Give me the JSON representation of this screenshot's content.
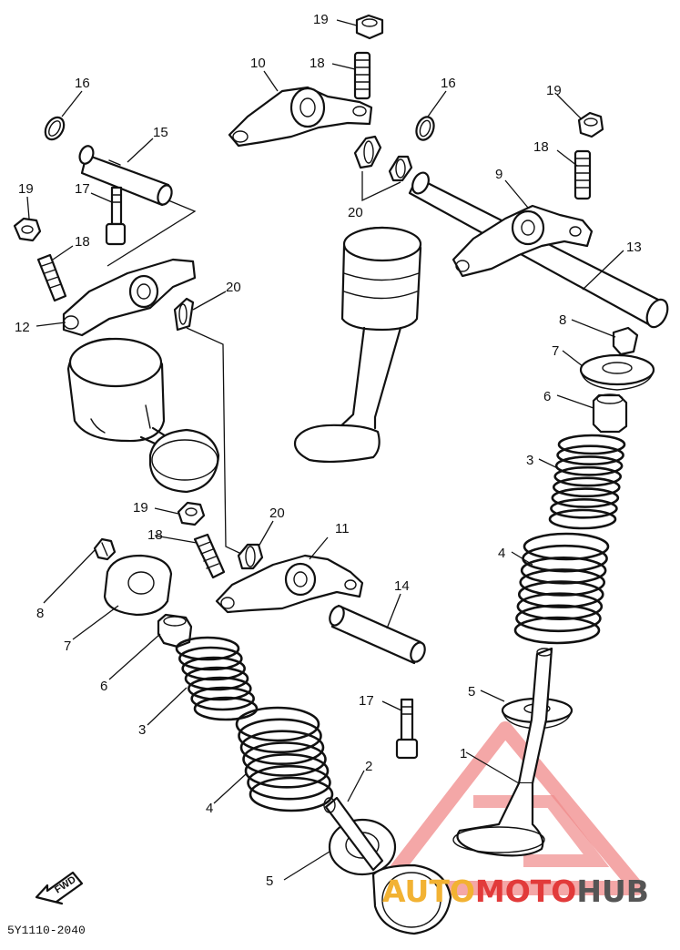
{
  "diagram": {
    "part_labels": [
      {
        "id": "l1",
        "text": "1"
      },
      {
        "id": "l2",
        "text": "2"
      },
      {
        "id": "l3a",
        "text": "3"
      },
      {
        "id": "l3b",
        "text": "3"
      },
      {
        "id": "l4a",
        "text": "4"
      },
      {
        "id": "l4b",
        "text": "4"
      },
      {
        "id": "l5a",
        "text": "5"
      },
      {
        "id": "l5b",
        "text": "5"
      },
      {
        "id": "l6a",
        "text": "6"
      },
      {
        "id": "l6b",
        "text": "6"
      },
      {
        "id": "l7a",
        "text": "7"
      },
      {
        "id": "l7b",
        "text": "7"
      },
      {
        "id": "l8a",
        "text": "8"
      },
      {
        "id": "l8b",
        "text": "8"
      },
      {
        "id": "l9",
        "text": "9"
      },
      {
        "id": "l10",
        "text": "10"
      },
      {
        "id": "l11",
        "text": "11"
      },
      {
        "id": "l12",
        "text": "12"
      },
      {
        "id": "l13",
        "text": "13"
      },
      {
        "id": "l14",
        "text": "14"
      },
      {
        "id": "l15",
        "text": "15"
      },
      {
        "id": "l16a",
        "text": "16"
      },
      {
        "id": "l16b",
        "text": "16"
      },
      {
        "id": "l17a",
        "text": "17"
      },
      {
        "id": "l17b",
        "text": "17"
      },
      {
        "id": "l18a",
        "text": "18"
      },
      {
        "id": "l18b",
        "text": "18"
      },
      {
        "id": "l18c",
        "text": "18"
      },
      {
        "id": "l18d",
        "text": "18"
      },
      {
        "id": "l19a",
        "text": "19"
      },
      {
        "id": "l19b",
        "text": "19"
      },
      {
        "id": "l19c",
        "text": "19"
      },
      {
        "id": "l19d",
        "text": "19"
      },
      {
        "id": "l20a",
        "text": "20"
      },
      {
        "id": "l20b",
        "text": "20"
      },
      {
        "id": "l20c",
        "text": "20"
      }
    ],
    "forward_arrow_label": "FWD",
    "diagram_code": "5Y1110-2040"
  },
  "watermark": {
    "part1": "AUTO",
    "part2": "MOTO",
    "part3": "HUB",
    "color_gold": "#f2b233",
    "color_red": "#e23a3a",
    "color_dark": "#555555"
  }
}
